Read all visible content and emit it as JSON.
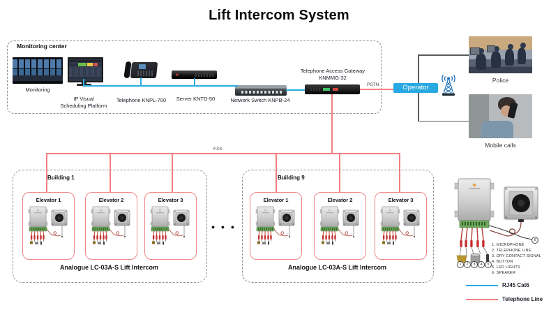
{
  "title": "Lift Intercom System",
  "monitoring_center": {
    "label": "Monitoring center",
    "monitoring_caption": "Monitoring",
    "platform_line1": "IP Visual",
    "platform_line2": "Scheduling Platform",
    "telephone_caption": "Telephone KNPL-700",
    "server_caption": "Server KNTD-50",
    "switch_caption": "Network Switch KNPB-24",
    "gateway_line1": "Telephone Access Gateway",
    "gateway_line2": "KNMMG-32"
  },
  "connections": {
    "pstn": "PSTN",
    "fxs": "FXS"
  },
  "operator_label": "Operator",
  "external": {
    "police_caption": "Police",
    "mobile_caption": "Mobile calls"
  },
  "buildings": [
    {
      "label": "Building 1",
      "elevators": [
        {
          "label": "Elevator 1"
        },
        {
          "label": "Elevator 2"
        },
        {
          "label": "Elevator 3"
        }
      ],
      "footer": "Analogue LC-03A-S Lift Intercom"
    },
    {
      "label": "Building 9",
      "elevators": [
        {
          "label": "Elevator 1"
        },
        {
          "label": "Elevator 2"
        },
        {
          "label": "Elevator 3"
        }
      ],
      "footer": "Analogue LC-03A-S Lift Intercom"
    }
  ],
  "ellipsis": "● ● ●",
  "device_detail": {
    "callouts": [
      "1. MICROPHONE",
      "2. TELEPHONE LINE",
      "3. DRY CONTACT SIGNAL",
      "4. BUTTON",
      "5. LED LIGHTS",
      "6. SPEAKER"
    ],
    "markers": [
      "1",
      "2",
      "3",
      "4",
      "5",
      "6"
    ]
  },
  "legend": {
    "rj45": "RJ45 Cat6",
    "telephone": "Telephone Line"
  },
  "colors": {
    "rj45_line": "#29abe2",
    "telephone_line": "#f37f7f",
    "operator_bg": "#29a9e1"
  }
}
